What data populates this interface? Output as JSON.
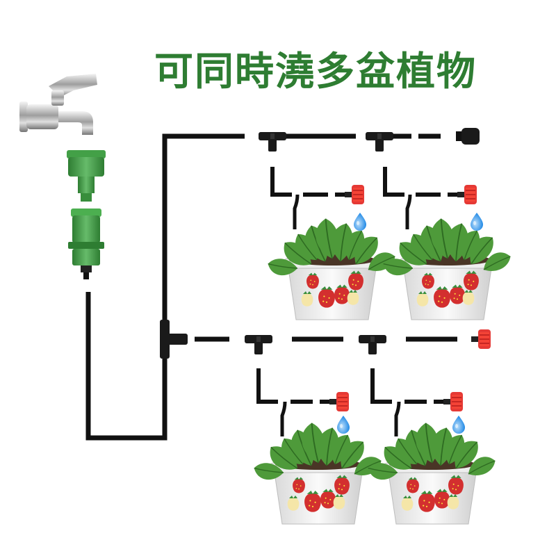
{
  "title": "可同時澆多盆植物",
  "colors": {
    "title": "#2e7d32",
    "tube": "#111111",
    "connector_green": "#4caf50",
    "dripper_red": "#e53935",
    "water_drop": "#42a5f5",
    "pot": "#f2f2f2",
    "leaf": "#4e9a3a",
    "strawberry": "#d32f2f"
  },
  "components": [
    {
      "id": "faucet",
      "icon": "faucet-icon"
    },
    {
      "id": "hose-adapter",
      "icon": "hose-adapter-icon"
    },
    {
      "id": "quick-connector",
      "icon": "quick-connector-icon"
    },
    {
      "id": "main-tube",
      "icon": "tube-icon"
    },
    {
      "id": "tee-connector",
      "icon": "tee-connector-icon"
    },
    {
      "id": "end-plug",
      "icon": "end-plug-icon"
    },
    {
      "id": "dripper",
      "icon": "dripper-icon"
    },
    {
      "id": "water-drop",
      "icon": "water-drop-icon"
    },
    {
      "id": "plant-pot",
      "icon": "strawberry-pot-icon"
    }
  ],
  "pots": 4
}
